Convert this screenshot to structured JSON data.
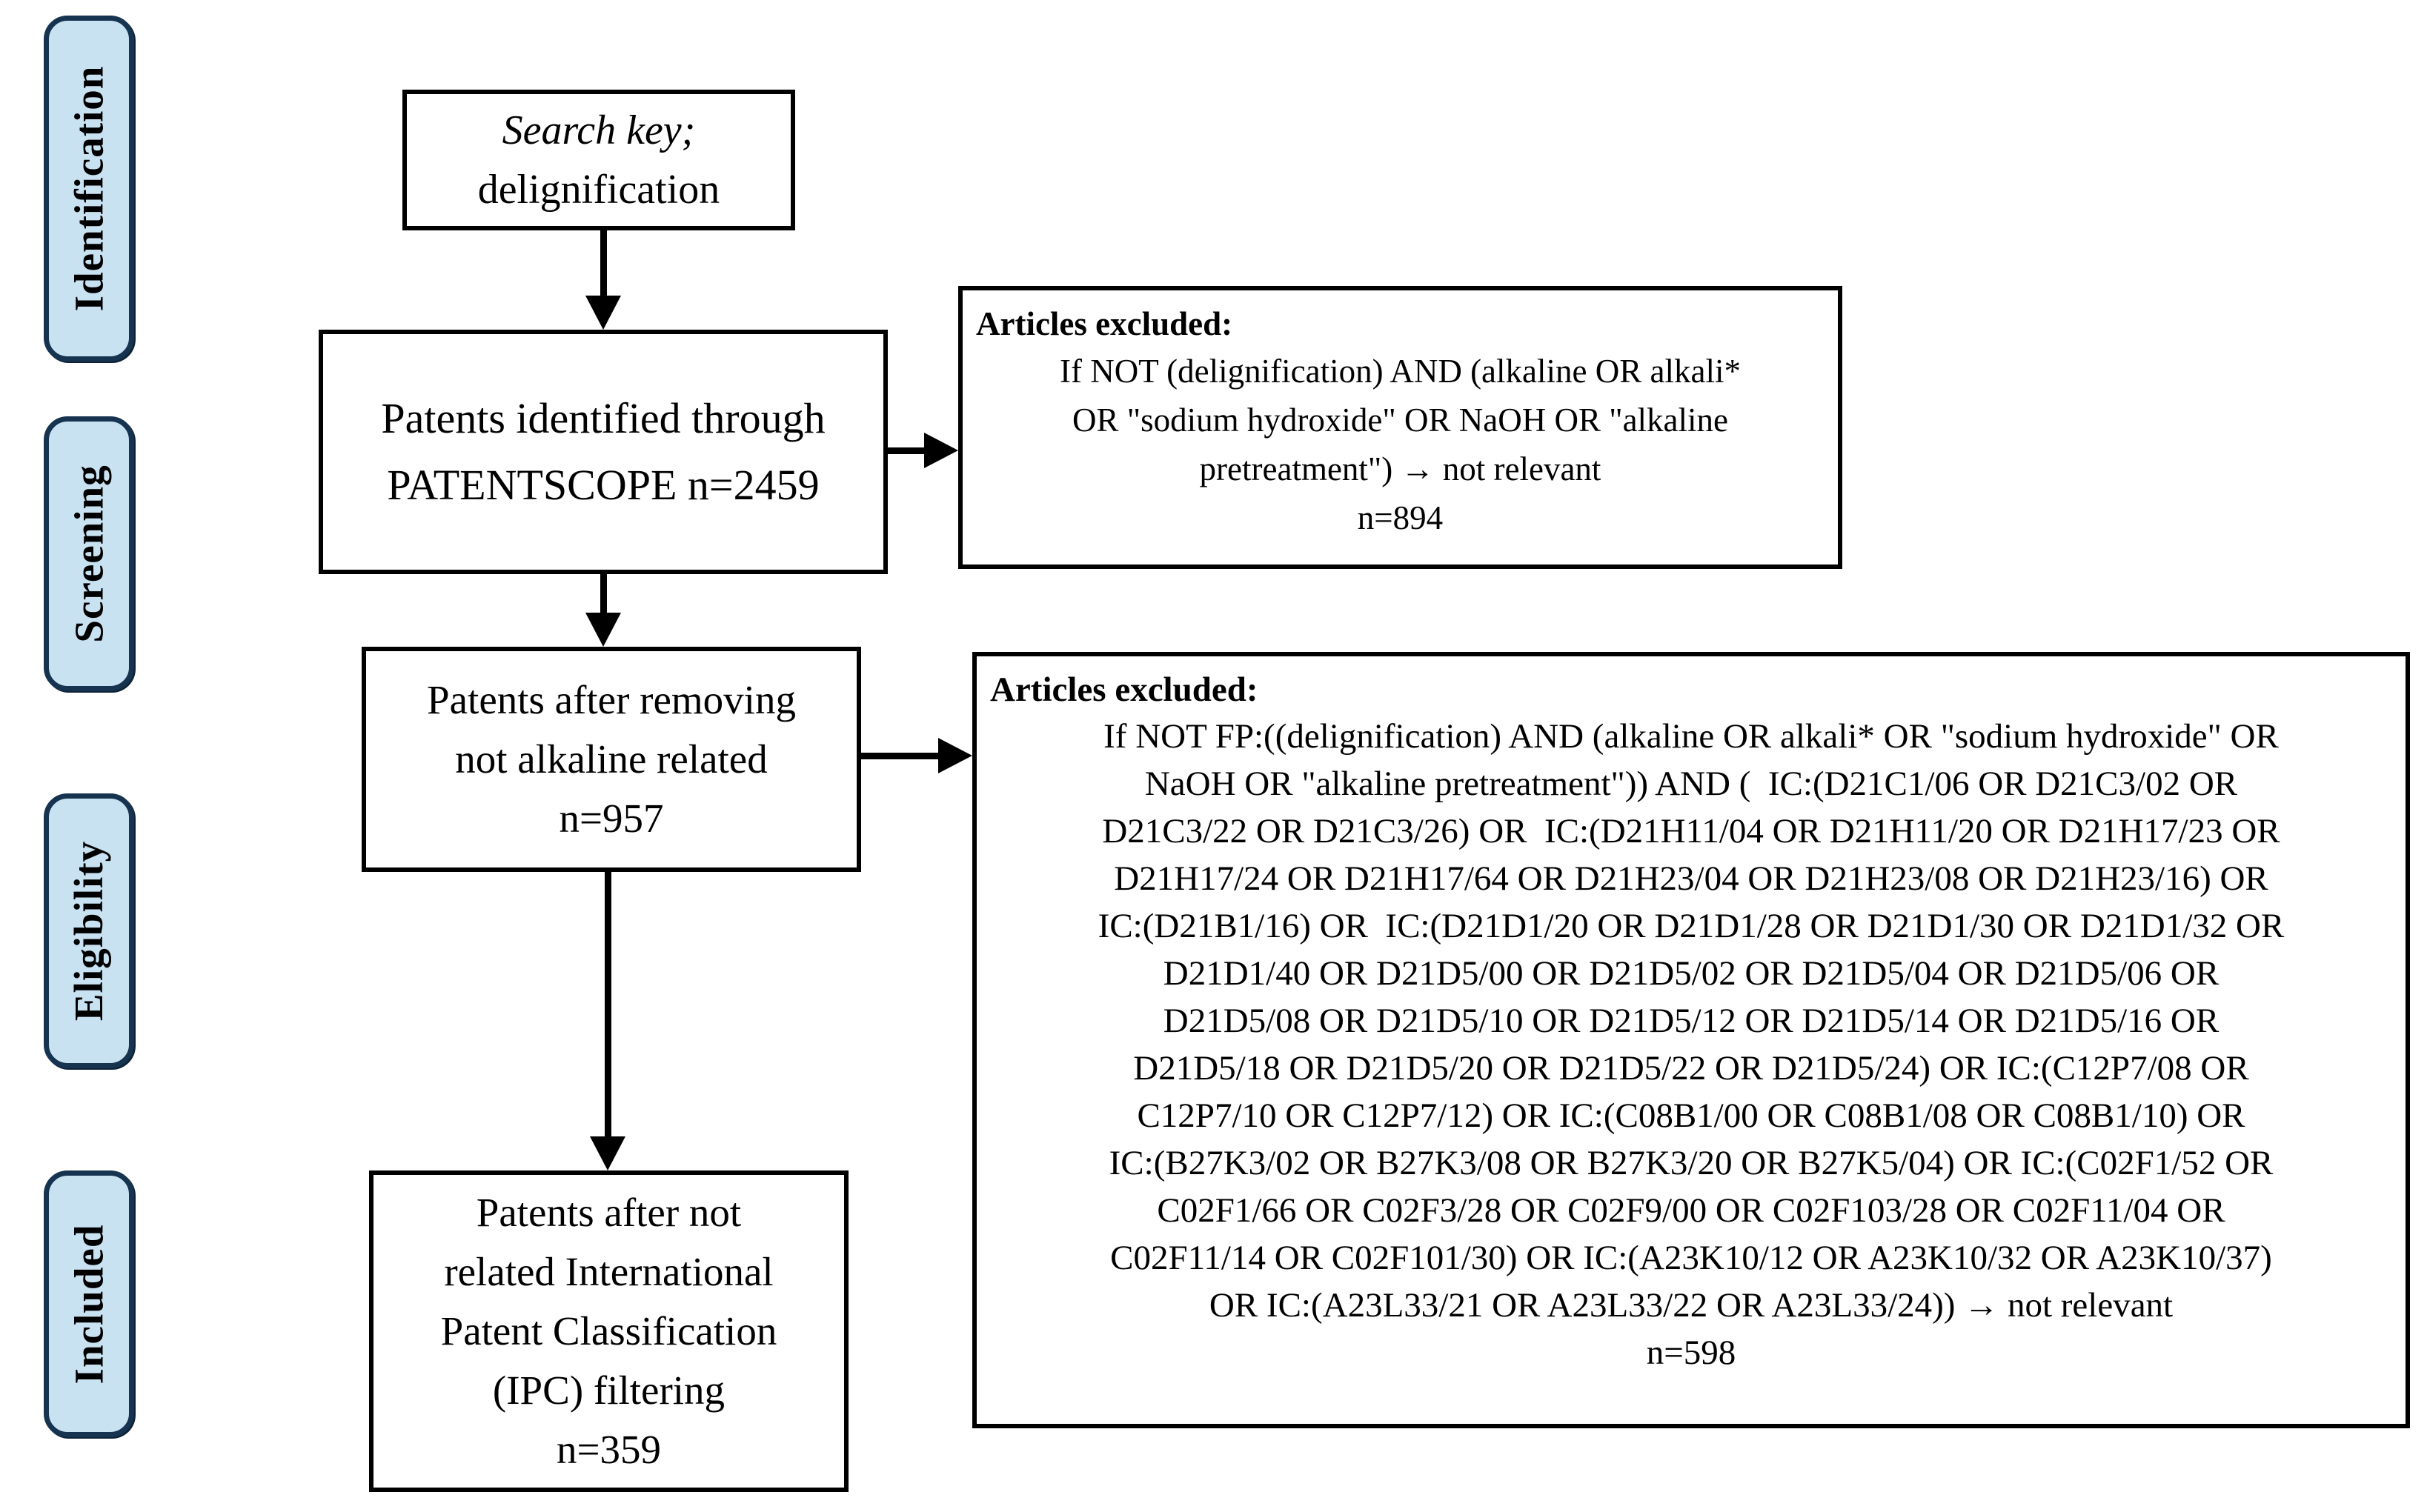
{
  "figure": {
    "type": "prisma-flowchart",
    "description_visible_only": "Patent screening flow diagram"
  },
  "colors": {
    "background": "#ffffff",
    "stage_fill": "#c9e2f2",
    "stage_border": "#16334f",
    "box_border": "#000000",
    "text": "#000000"
  },
  "stages": [
    {
      "label": "Identification"
    },
    {
      "label": "Screening"
    },
    {
      "label": "Eligibility"
    },
    {
      "label": "Included"
    }
  ],
  "flow_boxes": {
    "search": {
      "line1": "Search key;",
      "line2": "delignification"
    },
    "identified": {
      "lines": [
        "Patents identified through",
        "PATENTSCOPE n=2459"
      ]
    },
    "removing": {
      "lines": [
        "Patents after removing",
        "not alkaline related",
        "n=957"
      ]
    },
    "ipc": {
      "lines": [
        "Patents after not",
        "related International",
        "Patent Classification",
        "(IPC) filtering",
        "n=359"
      ]
    }
  },
  "excluded_boxes": {
    "first": {
      "title": "Articles excluded:",
      "lines": [
        "If NOT (delignification) AND (alkaline OR alkali*",
        "OR \"sodium hydroxide\" OR NaOH OR \"alkaline",
        "pretreatment\") → not relevant",
        "n=894"
      ]
    },
    "second": {
      "title": "Articles excluded:",
      "lines": [
        "If NOT FP:((delignification) AND (alkaline OR alkali* OR \"sodium hydroxide\" OR",
        "NaOH OR \"alkaline pretreatment\")) AND (  IC:(D21C1/06 OR D21C3/02 OR",
        "D21C3/22 OR D21C3/26) OR  IC:(D21H11/04 OR D21H11/20 OR D21H17/23 OR",
        "D21H17/24 OR D21H17/64 OR D21H23/04 OR D21H23/08 OR D21H23/16) OR",
        "IC:(D21B1/16) OR  IC:(D21D1/20 OR D21D1/28 OR D21D1/30 OR D21D1/32 OR",
        "D21D1/40 OR D21D5/00 OR D21D5/02 OR D21D5/04 OR D21D5/06 OR",
        "D21D5/08 OR D21D5/10 OR D21D5/12 OR D21D5/14 OR D21D5/16 OR",
        "D21D5/18 OR D21D5/20 OR D21D5/22 OR D21D5/24) OR IC:(C12P7/08 OR",
        "C12P7/10 OR C12P7/12) OR IC:(C08B1/00 OR C08B1/08 OR C08B1/10) OR",
        "IC:(B27K3/02 OR B27K3/08 OR B27K3/20 OR B27K5/04) OR IC:(C02F1/52 OR",
        "C02F1/66 OR C02F3/28 OR C02F9/00 OR C02F103/28 OR C02F11/04 OR",
        "C02F11/14 OR C02F101/30) OR IC:(A23K10/12 OR A23K10/32 OR A23K10/37)",
        "OR IC:(A23L33/21 OR A23L33/22 OR A23L33/24)) → not relevant",
        "n=598"
      ]
    }
  }
}
